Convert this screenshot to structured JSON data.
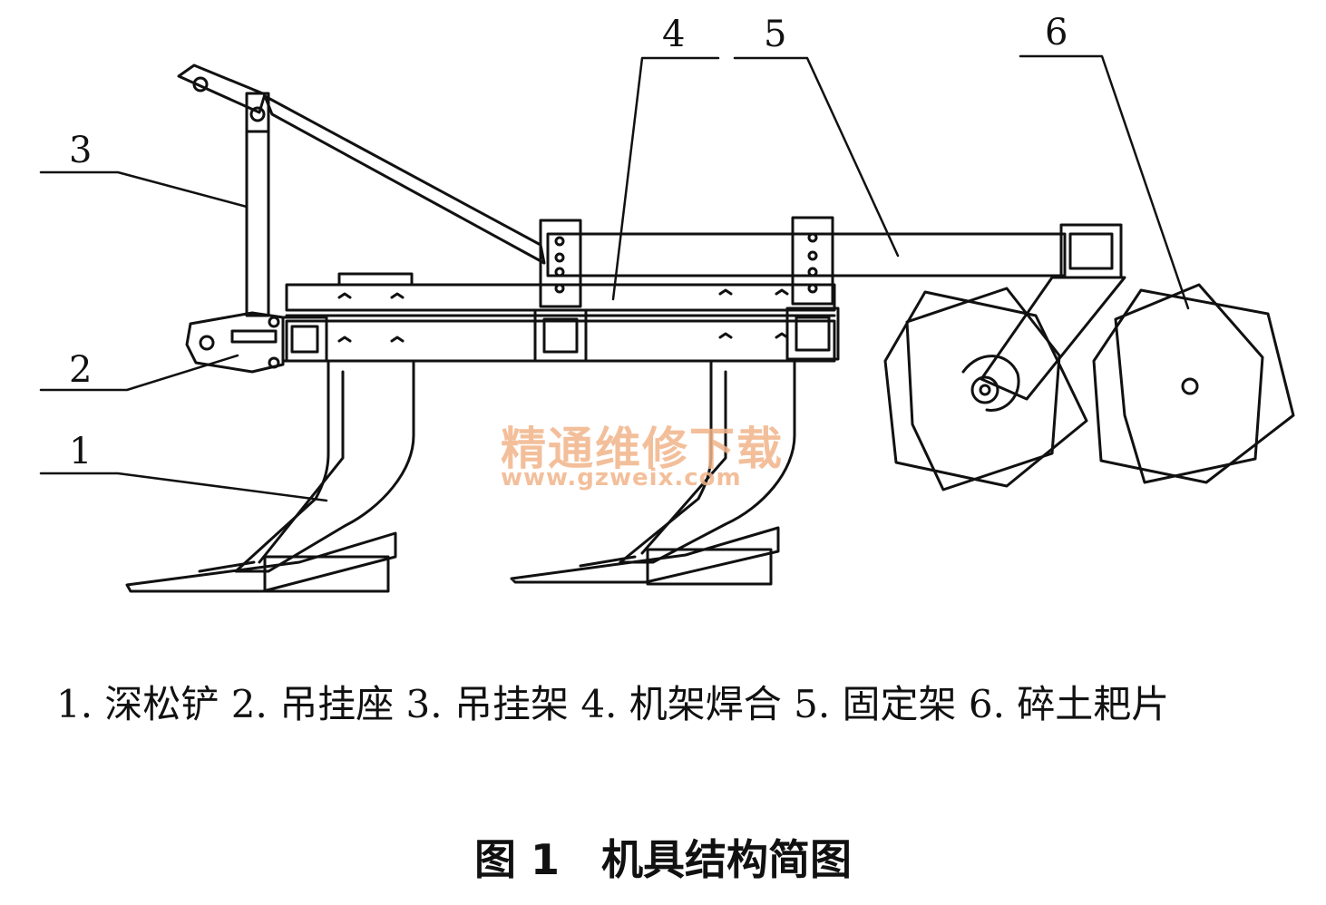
{
  "callouts": {
    "c1": "1",
    "c2": "2",
    "c3": "3",
    "c4": "4",
    "c5": "5",
    "c6": "6"
  },
  "watermark": {
    "text": "精通维修下载",
    "url": "www.gzweix.com"
  },
  "caption": {
    "legend": "1. 深松铲 2. 吊挂座 3. 吊挂架 4. 机架焊合 5. 固定架 6. 碎土耙片"
  },
  "figure_title": "图 1　机具结构简图"
}
